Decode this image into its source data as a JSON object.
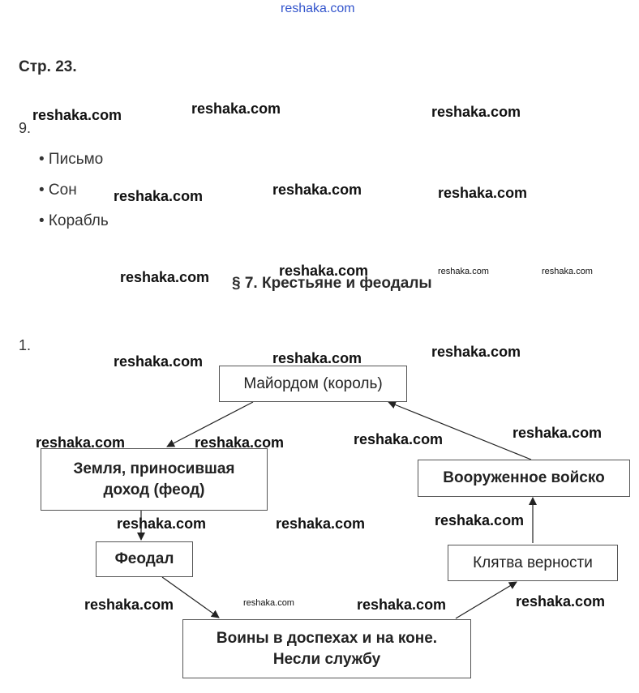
{
  "site_header": "reshaka.com",
  "page_title": "Стр. 23.",
  "task9": {
    "number": "9.",
    "items": [
      "• Письмо",
      "• Сон",
      "• Корабль"
    ]
  },
  "section_title": "§ 7. Крестьяне и феодалы",
  "task1": {
    "number": "1."
  },
  "diagram": {
    "mayordom": "Майордом (король)",
    "land": "Земля, приносившая доход (феод)",
    "feodal": "Феодал",
    "warriors": "Воины в доспехах и на коне. Несли службу",
    "oath": "Клятва верности",
    "army": "Вооруженное войско"
  },
  "watermark": "reshaka.com",
  "colors": {
    "link": "#3355cc",
    "border": "#555555",
    "text": "#222222"
  }
}
